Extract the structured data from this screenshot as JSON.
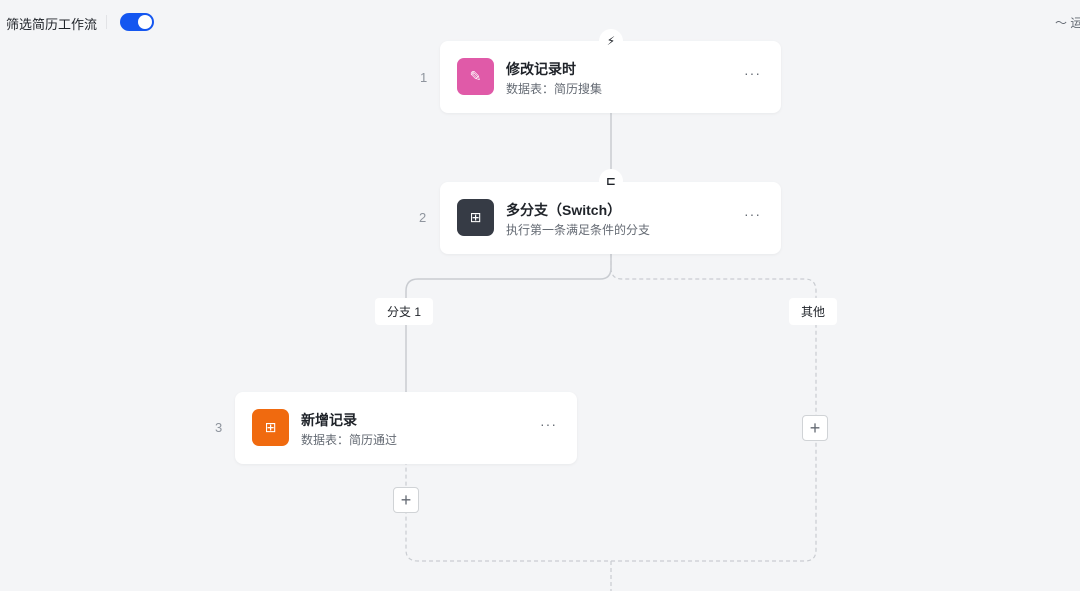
{
  "header": {
    "title": "筛选简历工作流",
    "enabled": true,
    "run_history": "运"
  },
  "nodes": [
    {
      "index": "1",
      "name": "修改记录时",
      "desc": "数据表：简历搜集",
      "icon": "pencil-icon",
      "color": "#e05aa8"
    },
    {
      "index": "2",
      "name": "多分支（Switch）",
      "desc": "执行第一条满足条件的分支",
      "icon": "org-chart-icon",
      "color": "#363b45"
    },
    {
      "index": "3",
      "name": "新增记录",
      "desc": "数据表：简历通过",
      "icon": "add-record-icon",
      "color": "#f06a0f"
    }
  ],
  "branches": {
    "b1": "分支 1",
    "other": "其他"
  },
  "badges": {
    "trigger": "⚡",
    "switch": "⊏"
  },
  "more": "···"
}
